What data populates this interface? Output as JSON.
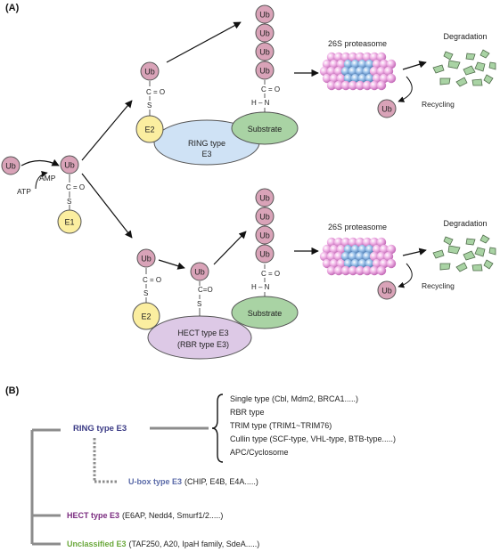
{
  "panel_a": {
    "label": "(A)",
    "ub": "Ub",
    "atp": "ATP",
    "amp": "AMP",
    "e1": "E1",
    "e2": "E2",
    "c_o": "C = O",
    "c_o_short": "C=O",
    "s": "S",
    "h_n": "H – N",
    "ring_e3": [
      "RING type",
      "E3"
    ],
    "hect_e3": [
      "HECT type E3",
      "(RBR type E3)"
    ],
    "substrate": "Substrate",
    "proteasome": "26S proteasome",
    "degradation": "Degradation",
    "recycling": "Recycling"
  },
  "panel_b": {
    "label": "(B)",
    "ring": {
      "title": "RING type E3",
      "subtypes": [
        "Single type (Cbl, Mdm2, BRCA1.....)",
        "RBR type",
        "TRIM type (TRIM1~TRIM76)",
        "Cullin type (SCF-type, VHL-type, BTB-type.....)",
        "APC/Cyclosome"
      ]
    },
    "ubox": {
      "title": "U-box type E3",
      "examples": "(CHIP, E4B, E4A.....)"
    },
    "hect": {
      "title": "HECT type E3",
      "examples": "(E6AP, Nedd4, Smurf1/2.....)"
    },
    "unclassified": {
      "title": "Unclassified E3",
      "examples": "(TAF250, A20, IpaH family, SdeA.....)"
    }
  },
  "colors": {
    "ub_fill": "#d9a3b8",
    "e1_fill": "#fbeea0",
    "ring_fill": "#cfe2f5",
    "hect_fill": "#ddc9e6",
    "substrate_fill": "#a9d3a4",
    "ring_title": "#3a3a85",
    "ubox_title": "#5a6aa8",
    "hect_title": "#7a2b7f",
    "unclassified_title": "#6aa83a",
    "tree_line": "#8c8c8c"
  }
}
